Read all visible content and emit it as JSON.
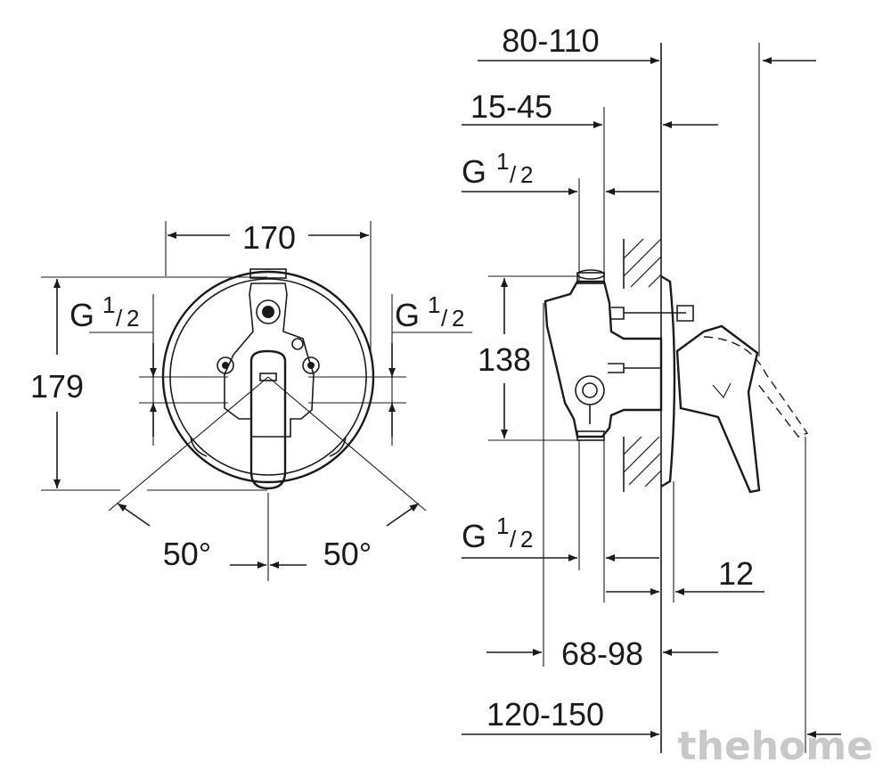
{
  "dimensions": {
    "width_front": "170",
    "height_front": "179",
    "angle_left": "50°",
    "angle_right": "50°",
    "thread_left": "G",
    "thread_right": "G",
    "thread_top": "G",
    "thread_bottom": "G",
    "thread_fraction_num": "1",
    "thread_fraction_den": "2",
    "wall_80_110": "80-110",
    "wall_15_45": "15-45",
    "body_138": "138",
    "plate_12": "12",
    "depth_68_98": "68-98",
    "depth_120_150": "120-150"
  },
  "watermark": "thehome"
}
